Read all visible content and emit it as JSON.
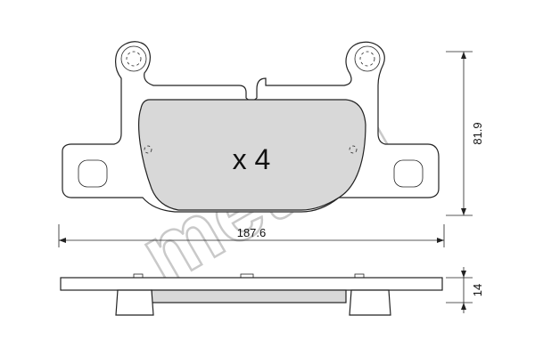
{
  "drawing": {
    "quantity_label": "x 4",
    "dimensions": {
      "width": "187.6",
      "height": "81.9",
      "thickness": "14"
    },
    "watermark": "metelli",
    "colors": {
      "pad_friction": "#d8d8d8",
      "watermark": "#c9c9c9",
      "line": "#222222"
    }
  }
}
